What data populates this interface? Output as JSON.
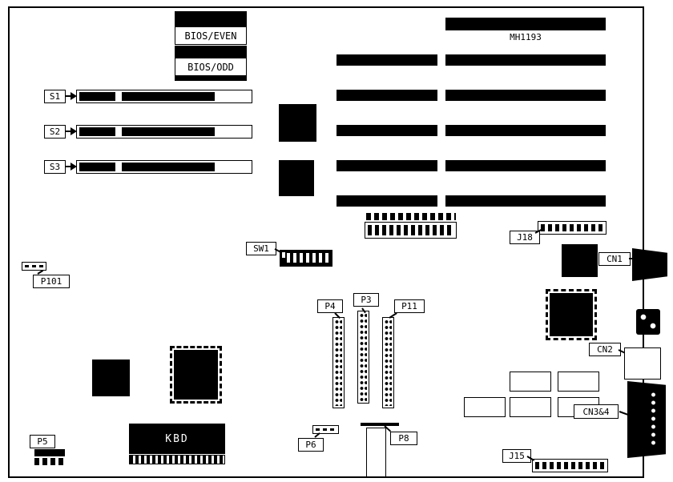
{
  "diagram": {
    "part_number": "MH1193",
    "labels": {
      "bios_even": "BIOS/EVEN",
      "bios_odd": "BIOS/ODD",
      "s1": "S1",
      "s2": "S2",
      "s3": "S3",
      "sw1": "SW1",
      "p101": "P101",
      "p3": "P3",
      "p4": "P4",
      "p5": "P5",
      "p6": "P6",
      "p8": "P8",
      "p11": "P11",
      "j15": "J15",
      "j18": "J18",
      "cn1": "CN1",
      "cn2": "CN2",
      "cn3_4": "CN3&4",
      "kbd": "KBD"
    },
    "colors": {
      "ink": "#000000",
      "background": "#ffffff"
    }
  }
}
